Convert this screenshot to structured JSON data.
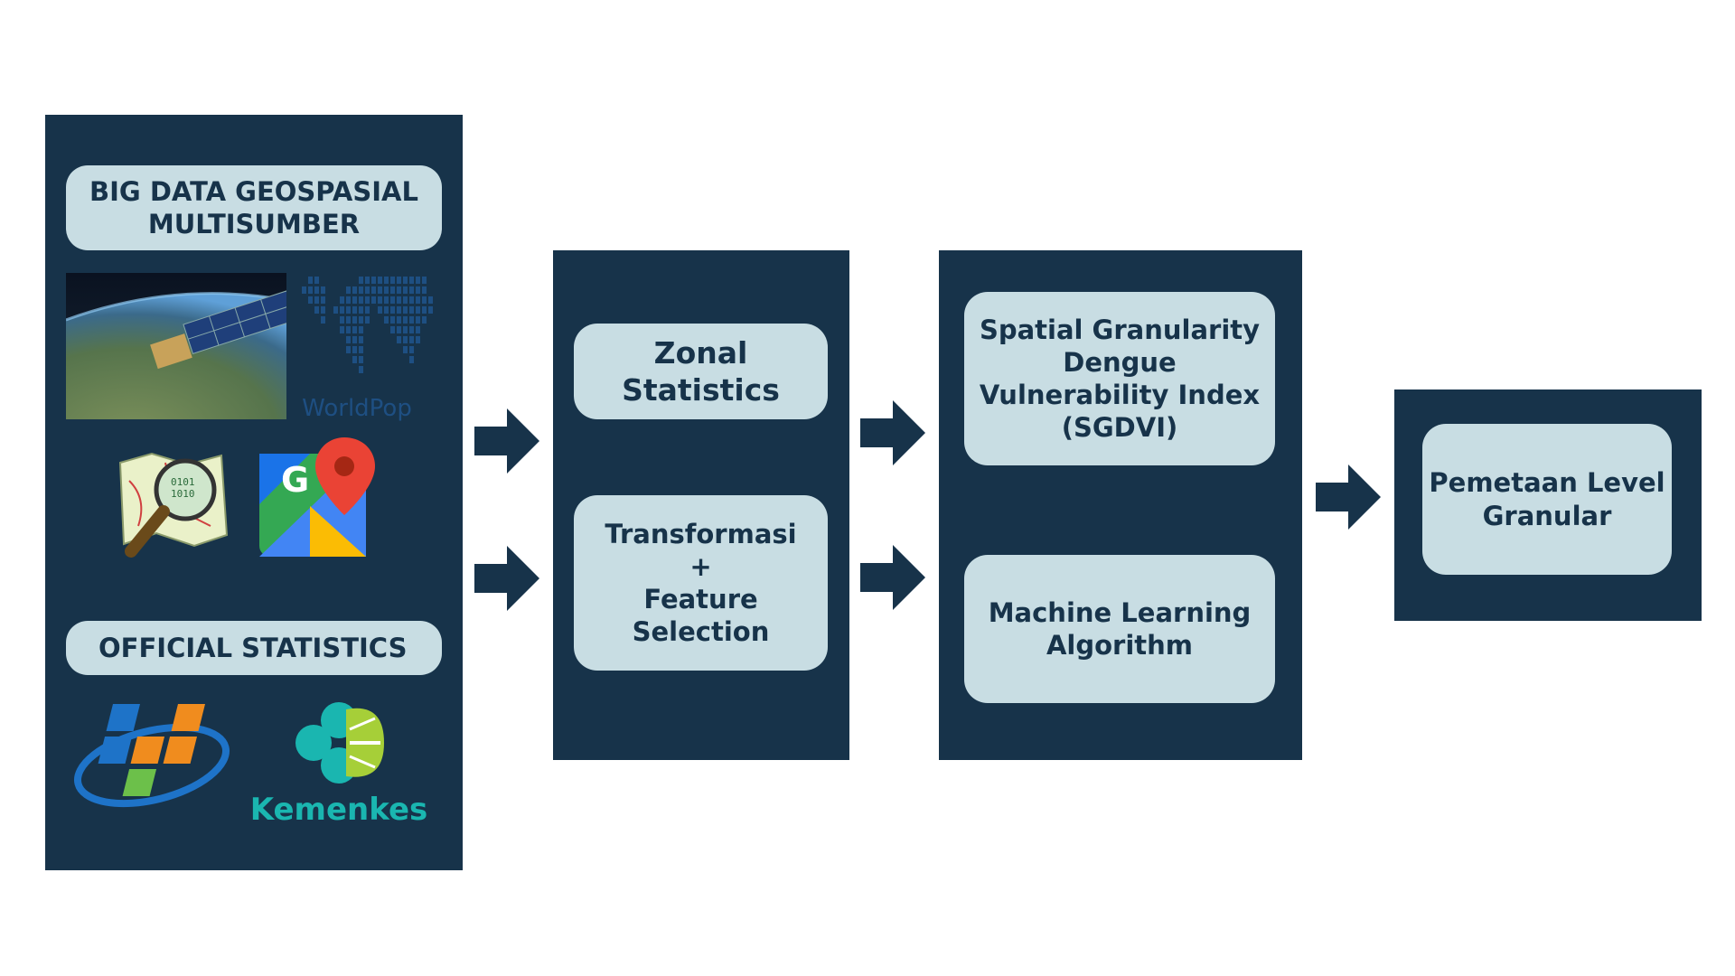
{
  "colors": {
    "panel": "#17334a",
    "pill": "#c8dde3",
    "text": "#17334a",
    "worldpop": "#1e4f82",
    "kemenkes": "#1ab6b0",
    "bps_blue": "#1e73c8",
    "bps_orange": "#f08c1e",
    "bps_green": "#6cc04a"
  },
  "sources": {
    "big_data_label_line1": "BIG DATA GEOSPASIAL",
    "big_data_label_line2": "MULTISUMBER",
    "worldpop_text": "WorldPop",
    "official_label": "OFFICIAL STATISTICS",
    "kemenkes_text": "Kemenkes",
    "gmaps_letter": "G",
    "icons": [
      "satellite-image",
      "worldpop-logo",
      "openstreetmap-logo",
      "google-maps-logo",
      "bps-logo",
      "kemenkes-logo"
    ]
  },
  "processing": {
    "zonal_line1": "Zonal",
    "zonal_line2": "Statistics",
    "transform_line1": "Transformasi",
    "transform_line2": "+",
    "transform_line3": "Feature",
    "transform_line4": "Selection"
  },
  "modeling": {
    "sgdvi_line1": "Spatial Granularity",
    "sgdvi_line2": "Dengue",
    "sgdvi_line3": "Vulnerability Index",
    "sgdvi_line4": "(SGDVI)",
    "ml_line1": "Machine Learning",
    "ml_line2": "Algorithm"
  },
  "output": {
    "line1": "Pemetaan Level",
    "line2": "Granular"
  }
}
